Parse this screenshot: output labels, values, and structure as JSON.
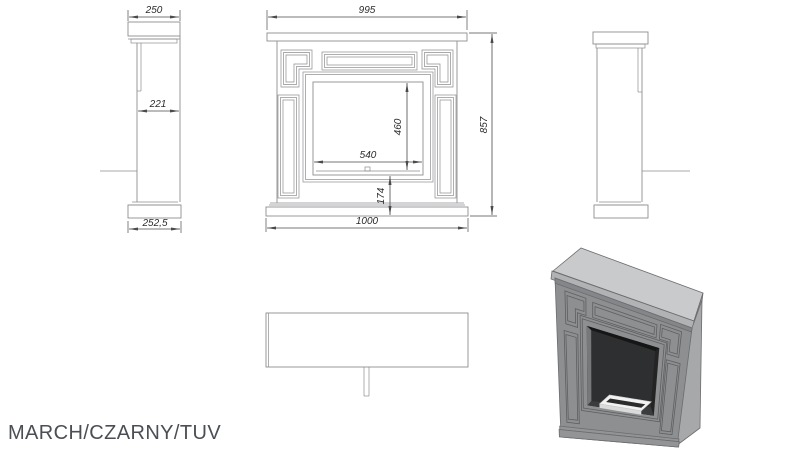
{
  "title": "MARCH/CZARNY/TUV",
  "views": {
    "side_left": {
      "label": "left-side-view",
      "dims": {
        "top_depth": "250",
        "body_depth": "221",
        "base_depth": "252,5"
      }
    },
    "front": {
      "label": "front-view",
      "dims": {
        "top_width": "995",
        "overall_height": "857",
        "opening_height": "460",
        "opening_width": "540",
        "hearth_height": "174",
        "base_width": "1000"
      }
    },
    "side_right": {
      "label": "right-side-view"
    },
    "top": {
      "label": "top-view"
    },
    "iso": {
      "label": "3d-view"
    }
  },
  "colors": {
    "line": "#8d8d90",
    "dim": "#4a4a4a",
    "text": "#2b2b2b",
    "label": "#4b4e55",
    "iso_top": "#c9cacb",
    "iso_top_edge_front": "#b1b2b3",
    "iso_top_edge_side": "#98999a",
    "iso_front": "#8e8f90",
    "iso_side": "#a7a8a9",
    "iso_crown": "#85868a",
    "iso_base": "#939496",
    "iso_opening": "#242424",
    "iso_back_wall": "#2e2f30",
    "iso_floor": "#3b3c3d",
    "iso_reveal": "#77787a",
    "iso_burner": "#f2f2f2",
    "iso_edge": "#6b6c6e",
    "iso_line": "#5e5f61"
  }
}
